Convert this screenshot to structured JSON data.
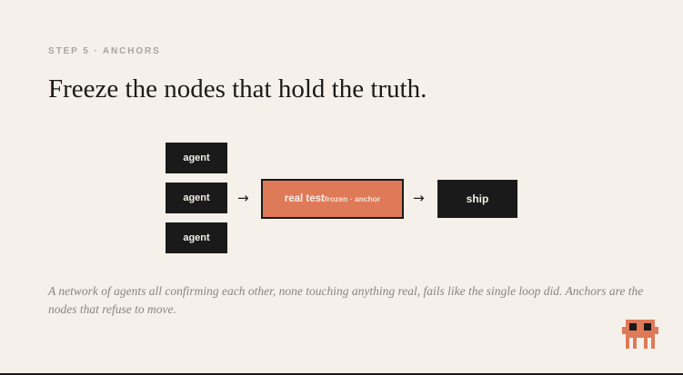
{
  "eyebrow": "STEP 5 · ANCHORS",
  "headline": "Freeze the nodes that hold the truth.",
  "diagram": {
    "agents": [
      "agent",
      "agent",
      "agent"
    ],
    "arrow": "→",
    "anchor_label": "real test",
    "anchor_sublabel": "frozen · anchor",
    "ship_label": "ship"
  },
  "caption": "A network of agents all confirming each other, none touching anything real, fails like the single loop did. Anchors are the nodes that refuse to move.",
  "colors": {
    "background": "#f5f1ea",
    "node": "#1a1a1a",
    "anchor": "#df7a58",
    "muted": "#a9a49c"
  },
  "icons": {
    "mascot": "pixel-creature-icon"
  }
}
